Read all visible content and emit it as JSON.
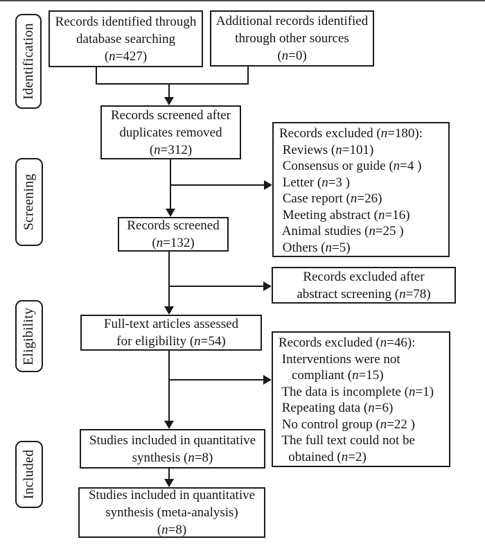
{
  "stages": [
    {
      "label": "Identification"
    },
    {
      "label": "Screening"
    },
    {
      "label": "Eligibility"
    },
    {
      "label": "Included"
    }
  ],
  "boxes": {
    "identified": {
      "lines": [
        "Records identified through",
        "database searching",
        "(n=427)"
      ]
    },
    "additional": {
      "lines": [
        "Additional records identified",
        "through other sources",
        "(n=0)"
      ]
    },
    "deduplicated": {
      "lines": [
        "Records screened after",
        "duplicates removed",
        "(n=312)"
      ]
    },
    "excluded_screening": {
      "lines": [
        "Records excluded (n=180):",
        " Reviews (n=101)",
        " Consensus or guide (n=4 )",
        " Letter (n=3 )",
        " Case report (n=26)",
        " Meeting abstract (n=16)",
        " Animal studies (n=25 )",
        " Others (n=5)"
      ]
    },
    "screened": {
      "lines": [
        "Records screened",
        "(n=132)"
      ]
    },
    "excluded_abstract": {
      "lines": [
        "Records excluded after",
        "abstract screening (n=78)"
      ]
    },
    "fulltext": {
      "lines": [
        "Full-text articles assessed",
        "for eligibility (n=54)"
      ]
    },
    "excluded_fulltext": {
      "lines": [
        "Records excluded (n=46):",
        " Interventions were not",
        "    compliant (n=15)",
        " The data is incomplete (n=1)",
        " Repeating data (n=6)",
        " No control group (n=22 )",
        " The full text could not be",
        "   obtained (n=2)"
      ]
    },
    "quantitative": {
      "lines": [
        "Studies included in quantitative",
        "synthesis (n=8)"
      ]
    },
    "meta": {
      "lines": [
        "Studies included in quantitative",
        "synthesis (meta-analysis)",
        "(n=8)"
      ]
    }
  },
  "colors": {
    "line": "#1a1a1a",
    "box_border": "#1c1c1c",
    "text": "#151515",
    "background": "#ffffff"
  }
}
